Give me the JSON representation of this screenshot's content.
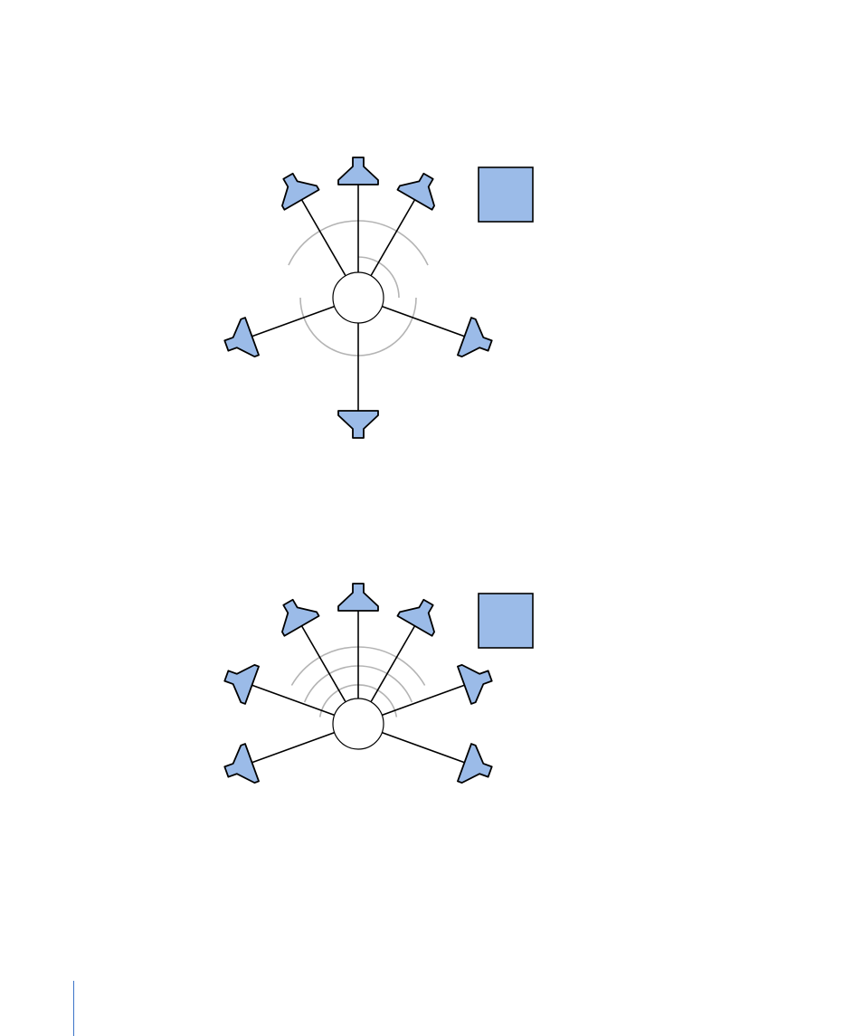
{
  "colors": {
    "speaker_fill": "#9bbbe8",
    "speaker_stroke": "#000000",
    "line": "#000000",
    "arc": "#b4b4b4",
    "listener_fill": "#ffffff",
    "page_rule": "#3c74c8"
  },
  "icons": {
    "speaker": "speaker-icon",
    "listener": "listener-circle",
    "subwoofer": "subwoofer-square"
  },
  "diagrams": [
    {
      "id": "surround-5-1",
      "speakers": [
        {
          "name": "front-center",
          "angle": 0
        },
        {
          "name": "front-left",
          "angle": -30
        },
        {
          "name": "front-right",
          "angle": 30
        },
        {
          "name": "surround-left",
          "angle": -110
        },
        {
          "name": "surround-right",
          "angle": 110
        },
        {
          "name": "rear-center",
          "angle": 180
        }
      ],
      "subwoofer": true
    },
    {
      "id": "surround-7-1",
      "speakers": [
        {
          "name": "front-center",
          "angle": 0
        },
        {
          "name": "front-left",
          "angle": -30
        },
        {
          "name": "front-right",
          "angle": 30
        },
        {
          "name": "side-left",
          "angle": -70
        },
        {
          "name": "side-right",
          "angle": 70
        },
        {
          "name": "rear-left",
          "angle": -110
        },
        {
          "name": "rear-right",
          "angle": 110
        }
      ],
      "subwoofer": true
    }
  ]
}
